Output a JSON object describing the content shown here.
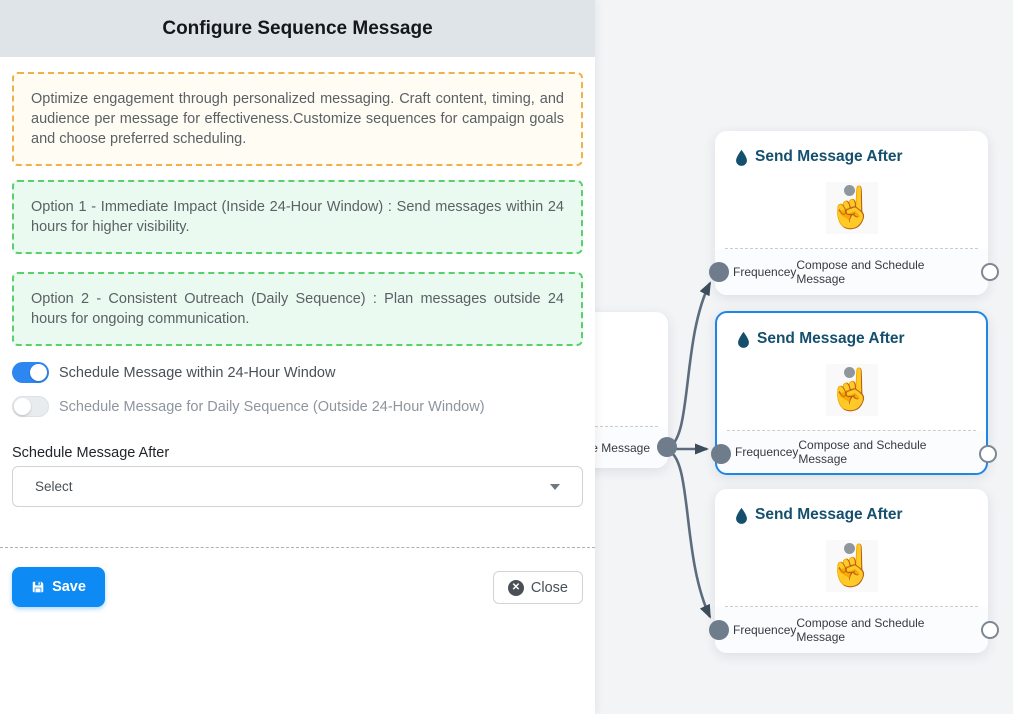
{
  "panel": {
    "title": "Configure Sequence Message",
    "notes": {
      "intro": "Optimize engagement through personalized messaging. Craft content, timing, and audience per message for effectiveness.Customize sequences for campaign goals and choose preferred scheduling.",
      "option1": "Option 1 - Immediate Impact (Inside 24-Hour Window) : Send messages within 24 hours for higher visibility.",
      "option2": "Option 2 - Consistent Outreach (Daily Sequence) : Plan messages outside 24 hours for ongoing communication."
    },
    "toggles": [
      {
        "label": "Schedule Message within 24-Hour Window",
        "state": "on"
      },
      {
        "label": "Schedule Message for Daily Sequence (Outside 24-Hour Window)",
        "state": "off"
      }
    ],
    "schedule_after_label": "Schedule Message After",
    "select_placeholder": "Select",
    "save_label": "Save",
    "close_label": "Close"
  },
  "canvas": {
    "partial_node": {
      "footer_text": "ce Message"
    },
    "nodes": [
      {
        "title": "Send Message After",
        "footer_left": "Frequencey",
        "footer_right": "Compose and Schedule Message",
        "selected": false
      },
      {
        "title": "Send Message After",
        "footer_left": "Frequencey",
        "footer_right": "Compose and Schedule Message",
        "selected": true
      },
      {
        "title": "Send Message After",
        "footer_left": "Frequencey",
        "footer_right": "Compose and Schedule Message",
        "selected": false
      }
    ]
  },
  "colors": {
    "accent_blue": "#0d8af3",
    "toggle_on_blue": "#2e86f0",
    "selection_blue": "#1e87e6",
    "note_yellow_border": "#f0b04c",
    "note_green_border": "#5ad06c",
    "node_title_navy": "#14506e",
    "edge_slate": "#5c6c7c",
    "canvas_bg": "#f2f4f6",
    "header_bg": "#dfe4e9"
  }
}
